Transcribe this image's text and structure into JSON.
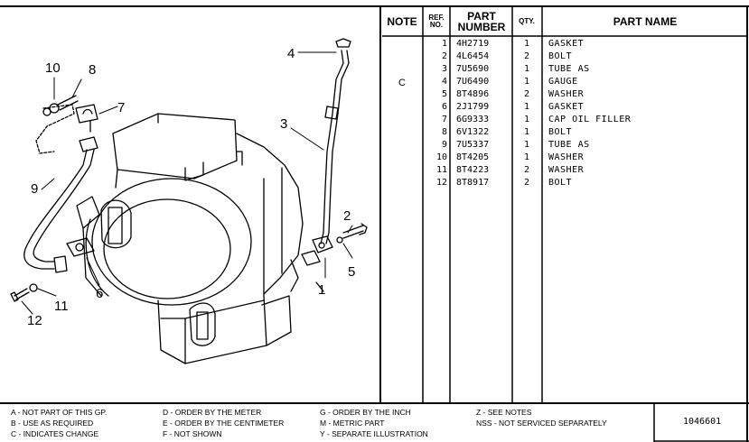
{
  "table": {
    "headers": {
      "note": "NOTE",
      "ref_line1": "REF.",
      "ref_line2": "NO.",
      "part_line1": "PART",
      "part_line2": "NUMBER",
      "qty": "QTY.",
      "name": "PART NAME"
    },
    "note_value": "C",
    "rows": [
      {
        "ref": "1",
        "part": "4H2719",
        "qty": "1",
        "name": "GASKET"
      },
      {
        "ref": "2",
        "part": "4L6454",
        "qty": "2",
        "name": "BOLT"
      },
      {
        "ref": "3",
        "part": "7U5690",
        "qty": "1",
        "name": "TUBE AS"
      },
      {
        "ref": "4",
        "part": "7U6490",
        "qty": "1",
        "name": "GAUGE"
      },
      {
        "ref": "5",
        "part": "8T4896",
        "qty": "2",
        "name": "WASHER"
      },
      {
        "ref": "6",
        "part": "2J1799",
        "qty": "1",
        "name": "GASKET"
      },
      {
        "ref": "7",
        "part": "6G9333",
        "qty": "1",
        "name": "CAP OIL FILLER"
      },
      {
        "ref": "8",
        "part": "6V1322",
        "qty": "1",
        "name": "BOLT"
      },
      {
        "ref": "9",
        "part": "7U5337",
        "qty": "1",
        "name": "TUBE AS"
      },
      {
        "ref": "10",
        "part": "8T4205",
        "qty": "1",
        "name": "WASHER"
      },
      {
        "ref": "11",
        "part": "8T4223",
        "qty": "2",
        "name": "WASHER"
      },
      {
        "ref": "12",
        "part": "8T8917",
        "qty": "2",
        "name": "BOLT"
      }
    ]
  },
  "callouts": [
    "1",
    "2",
    "3",
    "4",
    "5",
    "6",
    "7",
    "8",
    "9",
    "10",
    "11",
    "12"
  ],
  "legend": {
    "a": "A - NOT PART OF THIS GP.",
    "b": "B - USE AS REQUIRED",
    "c": "C - INDICATES CHANGE",
    "d": "D - ORDER BY THE METER",
    "e": "E - ORDER BY THE CENTIMETER",
    "f": "F - NOT SHOWN",
    "g": "G - ORDER BY THE INCH",
    "m": "M - METRIC PART",
    "y": "Y - SEPARATE ILLUSTRATION",
    "z": "Z - SEE NOTES",
    "nss": "NSS - NOT SERVICED SEPARATELY"
  },
  "doc_id": "1046601"
}
